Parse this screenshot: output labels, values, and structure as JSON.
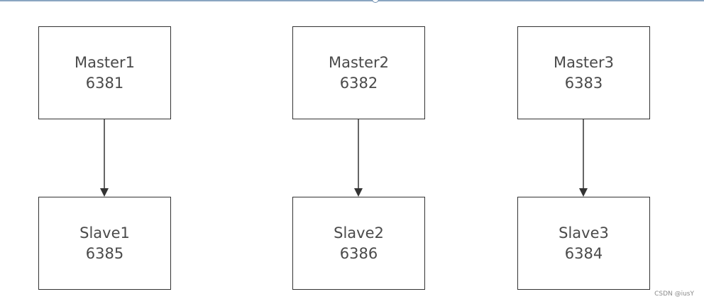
{
  "nodes": {
    "master1": {
      "name": "Master1",
      "port": "6381"
    },
    "master2": {
      "name": "Master2",
      "port": "6382"
    },
    "master3": {
      "name": "Master3",
      "port": "6383"
    },
    "slave1": {
      "name": "Slave1",
      "port": "6385"
    },
    "slave2": {
      "name": "Slave2",
      "port": "6386"
    },
    "slave3": {
      "name": "Slave3",
      "port": "6384"
    }
  },
  "edges": [
    {
      "from": "Master1",
      "to": "Slave1"
    },
    {
      "from": "Master2",
      "to": "Slave2"
    },
    {
      "from": "Master3",
      "to": "Slave3"
    }
  ],
  "watermark": "CSDN @iusY",
  "colors": {
    "box_border": "#333333",
    "text": "#4a4a4a",
    "edge": "#333333",
    "top_rule": "#8aa6c1"
  }
}
